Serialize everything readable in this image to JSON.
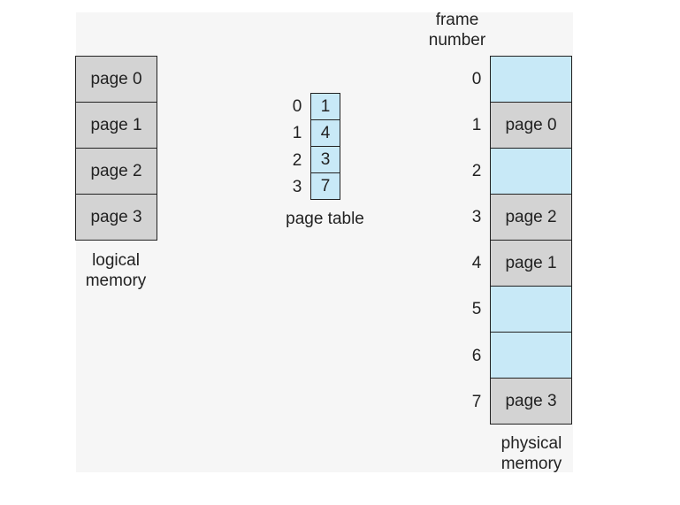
{
  "logical_memory": {
    "label_line1": "logical",
    "label_line2": "memory",
    "pages": [
      "page 0",
      "page 1",
      "page 2",
      "page 3"
    ]
  },
  "page_table": {
    "label": "page table",
    "indices": [
      "0",
      "1",
      "2",
      "3"
    ],
    "frames": [
      "1",
      "4",
      "3",
      "7"
    ]
  },
  "physical_memory": {
    "header_line1": "frame",
    "header_line2": "number",
    "label_line1": "physical",
    "label_line2": "memory",
    "frame_numbers": [
      "0",
      "1",
      "2",
      "3",
      "4",
      "5",
      "6",
      "7"
    ],
    "frames": [
      "",
      "page 0",
      "",
      "page 2",
      "page 1",
      "",
      "",
      "page 3"
    ]
  },
  "colors": {
    "page_fill": "#d3d3d3",
    "empty_frame_fill": "#c8e9f7",
    "table_fill": "#c8e9f7",
    "border": "#222222"
  }
}
